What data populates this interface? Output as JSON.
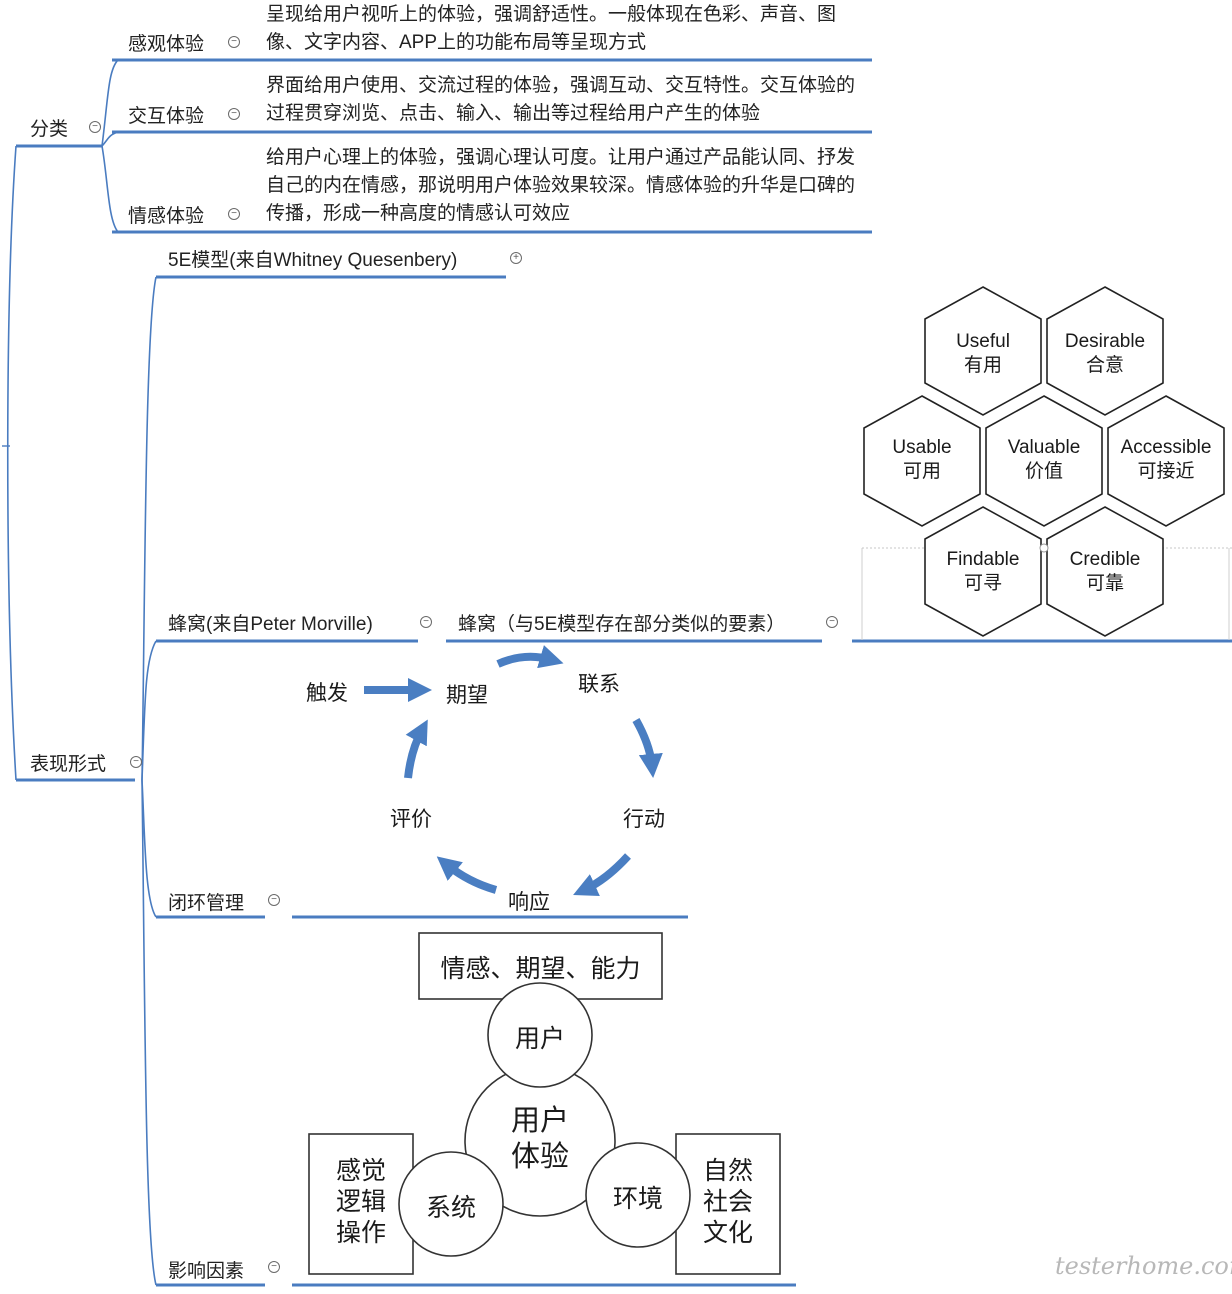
{
  "categories": {
    "label": "分类",
    "items": [
      {
        "label": "感观体验",
        "desc": "呈现给用户视听上的体验，强调舒适性。一般体现在色彩、声音、图像、文字内容、APP上的功能布局等呈现方式"
      },
      {
        "label": "交互体验",
        "desc": "界面给用户使用、交流过程的体验，强调互动、交互特性。交互体验的过程贯穿浏览、点击、输入、输出等过程给用户产生的体验"
      },
      {
        "label": "情感体验",
        "desc": "给用户心理上的体验，强调心理认可度。让用户通过产品能认同、抒发自己的内在情感，那说明用户体验效果较深。情感体验的升华是口碑的传播，形成一种高度的情感认可效应"
      }
    ]
  },
  "forms": {
    "label": "表现形式",
    "five_e": "5E模型(来自Whitney Quesenbery)",
    "honeycomb": {
      "label": "蜂窝(来自Peter Morville)",
      "note": "蜂窝（与5E模型存在部分类似的要素）",
      "cells": [
        {
          "en": "Useful",
          "zh": "有用"
        },
        {
          "en": "Desirable",
          "zh": "合意"
        },
        {
          "en": "Usable",
          "zh": "可用"
        },
        {
          "en": "Valuable",
          "zh": "价值"
        },
        {
          "en": "Accessible",
          "zh": "可接近"
        },
        {
          "en": "Findable",
          "zh": "可寻"
        },
        {
          "en": "Credible",
          "zh": "可靠"
        }
      ]
    },
    "loop": {
      "label": "闭环管理",
      "trigger": "触发",
      "expect": "期望",
      "connect": "联系",
      "action": "行动",
      "response": "响应",
      "evaluate": "评价"
    },
    "factors": {
      "label": "影响因素",
      "user_attrs": "情感、期望、能力",
      "user": "用户",
      "center_line1": "用户",
      "center_line2": "体验",
      "system": "系统",
      "environment": "环境",
      "system_box": [
        "感觉",
        "逻辑",
        "操作"
      ],
      "env_box": [
        "自然",
        "社会",
        "文化"
      ]
    }
  },
  "icons": {
    "collapse": "collapse-icon",
    "expand": "expand-icon"
  },
  "colors": {
    "branch": "#4a7cc0",
    "arrow": "#4a7ec2",
    "hex_stroke": "#222222"
  },
  "watermark": "testerhome.com"
}
